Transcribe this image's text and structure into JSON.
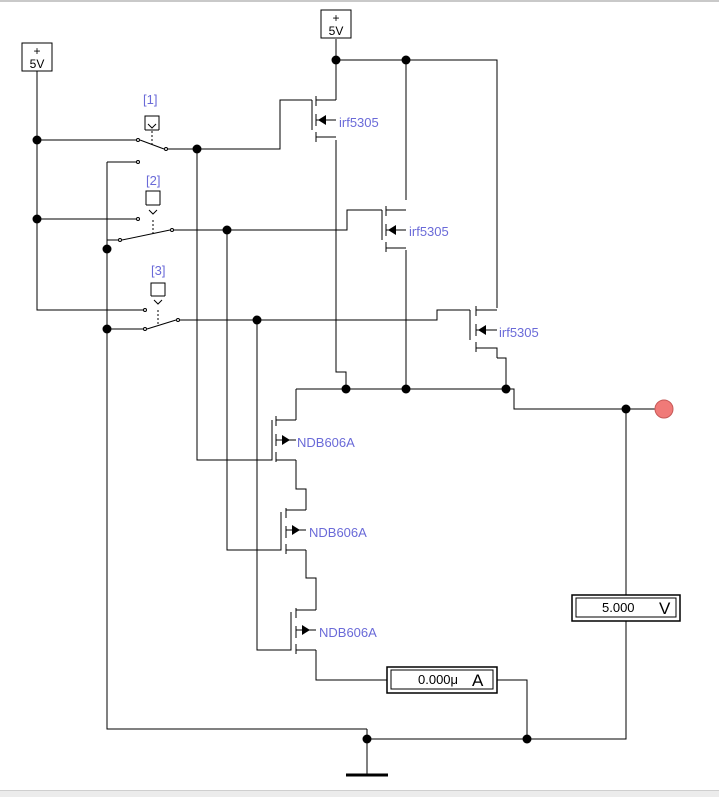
{
  "supplies": [
    {
      "sign": "+",
      "value": "5V"
    },
    {
      "sign": "+",
      "value": "5V"
    }
  ],
  "switches": [
    {
      "key": "[1]"
    },
    {
      "key": "[2]"
    },
    {
      "key": "[3]"
    }
  ],
  "pmos": [
    {
      "part": "irf5305"
    },
    {
      "part": "irf5305"
    },
    {
      "part": "irf5305"
    }
  ],
  "nmos": [
    {
      "part": "NDB606A"
    },
    {
      "part": "NDB606A"
    },
    {
      "part": "NDB606A"
    }
  ],
  "voltmeter": {
    "reading": "5.000",
    "unit": "V"
  },
  "ammeter": {
    "reading": "0.000μ",
    "unit": "A"
  },
  "colors": {
    "wire": "#000000",
    "label": "#6a6ad8",
    "probe": "#f07a78"
  }
}
